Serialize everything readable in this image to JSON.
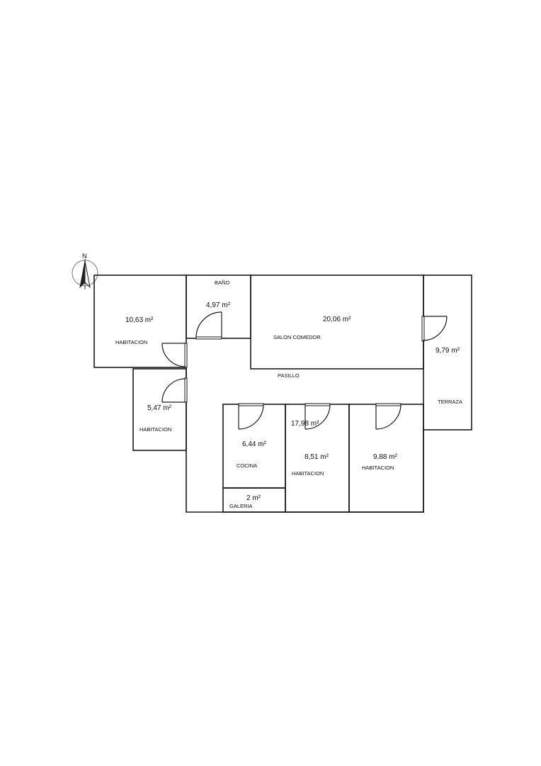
{
  "compass": {
    "north_label": "N"
  },
  "rooms": {
    "habitacion_nw": {
      "area": "10,63 m²",
      "name": "HABITACION"
    },
    "bano": {
      "area": "4,97 m²",
      "name": "BAÑO"
    },
    "salon": {
      "area": "20,06 m²",
      "name": "SALON COMEDOR"
    },
    "terraza": {
      "area": "9,79 m²",
      "name": "TERRAZA"
    },
    "pasillo": {
      "area": "17,98 m²",
      "name": "PASILLO"
    },
    "habitacion_w": {
      "area": "5,47 m²",
      "name": "HABITACION"
    },
    "cocina": {
      "area": "6,44 m²",
      "name": "COCINA"
    },
    "galeria": {
      "area": "2 m²",
      "name": "GALERIA"
    },
    "habitacion_c": {
      "area": "8,51 m²",
      "name": "HABITACION"
    },
    "habitacion_e": {
      "area": "9,88 m²",
      "name": "HABITACION"
    }
  }
}
